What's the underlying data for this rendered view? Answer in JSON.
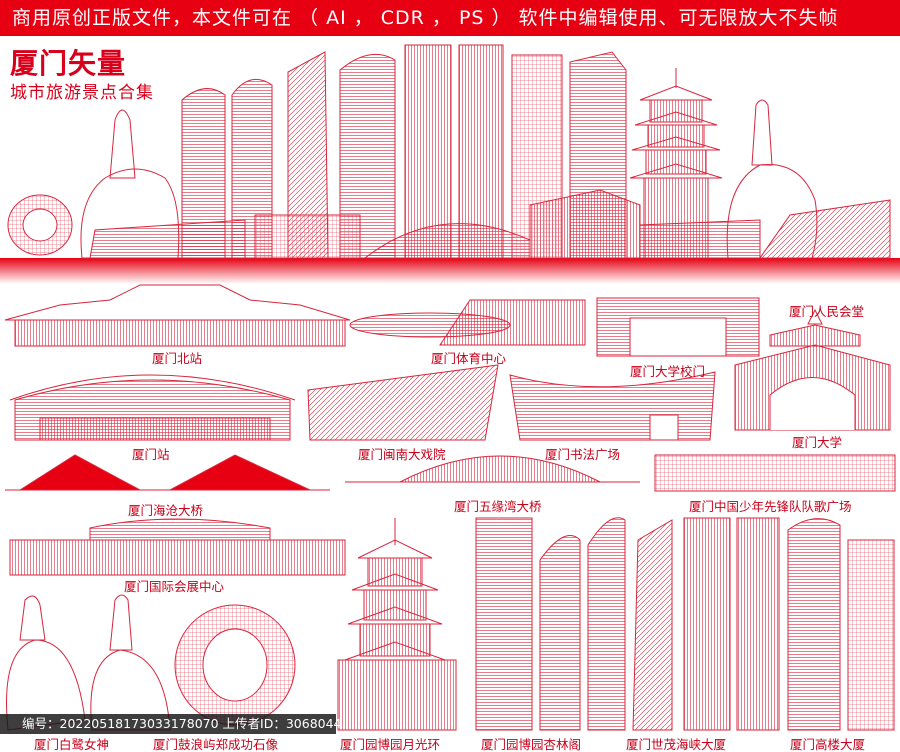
{
  "banner": {
    "text": "商用原创正版文件，本文件可在 （ AI ， CDR ， PS ） 软件中编辑使用、可无限放大不失帧"
  },
  "header": {
    "title": "厦门矢量",
    "subtitle": "城市旅游景点合集"
  },
  "labels": {
    "north_station": "厦门北站",
    "sports_center": "厦门体育中心",
    "univ_gate": "厦门大学校门",
    "peoples_hall": "厦门人民会堂",
    "xiamen_station": "厦门站",
    "minnan_theater": "厦门闽南大戏院",
    "calligraphy_square": "厦门书法广场",
    "xiamen_univ": "厦门大学",
    "haicang_bridge": "厦门海沧大桥",
    "wuyuan_bridge": "厦门五缘湾大桥",
    "pioneer_square": "厦门中国少年先锋队队歌广场",
    "convention_center": "厦门国际会展中心",
    "egret_goddess": "厦门白鹭女神",
    "zhengchenggong": "厦门鼓浪屿郑成功石像",
    "moon_ring": "厦门园博园月光环",
    "xinglin_pavilion": "厦门园博园杏林阁",
    "shimao_tower": "厦门世茂海峡大厦",
    "tall_buildings": "厦门高楼大厦"
  },
  "footer": {
    "watermark": "编号：20220518173033178070 上传者ID：3068044"
  },
  "colors": {
    "accent": "#e60012",
    "line": "#d7263d",
    "label": "#c8001a"
  }
}
